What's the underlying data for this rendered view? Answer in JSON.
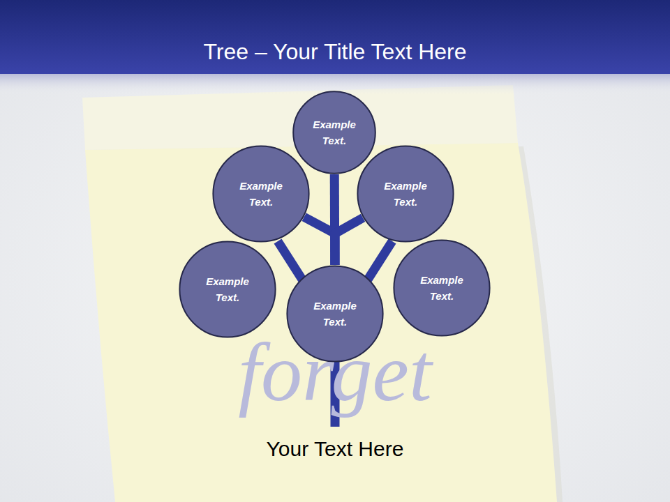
{
  "diagram": {
    "title": "Tree – Your Title Text Here",
    "nodes": [
      {
        "text": [
          "Example Text."
        ]
      },
      {
        "text": [
          "Example Text."
        ]
      },
      {
        "text": [
          "Example Text."
        ]
      },
      {
        "text": [
          "Example Text."
        ]
      },
      {
        "text": [
          "Example Text."
        ]
      },
      {
        "text": [
          "Example Text."
        ]
      }
    ],
    "edges": [
      {
        "from": 4,
        "to": 0,
        "arrow": "none"
      },
      {
        "from": 4,
        "to": 1,
        "arrow": "none"
      },
      {
        "from": 4,
        "to": 2,
        "arrow": "none"
      }
    ],
    "labels": [
      "forget",
      "Your Text Here"
    ]
  }
}
